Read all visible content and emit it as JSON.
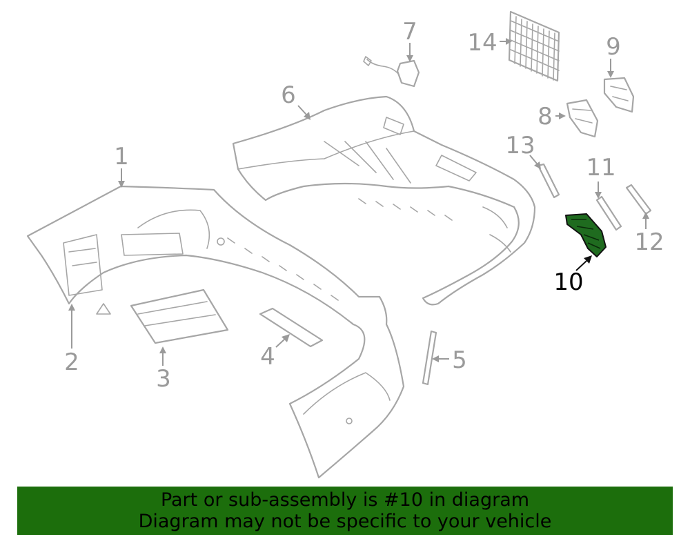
{
  "diagram": {
    "callouts": {
      "c1": "1",
      "c2": "2",
      "c3": "3",
      "c4": "4",
      "c5": "5",
      "c6": "6",
      "c7": "7",
      "c8": "8",
      "c9": "9",
      "c10": "10",
      "c11": "11",
      "c12": "12",
      "c13": "13",
      "c14": "14"
    },
    "highlighted_part": "10",
    "highlight_color": "#1f6b1f"
  },
  "banner": {
    "line1": "Part or sub-assembly is #10 in diagram",
    "line2": "Diagram may not be specific to your vehicle",
    "background": "#1c6e0c"
  }
}
